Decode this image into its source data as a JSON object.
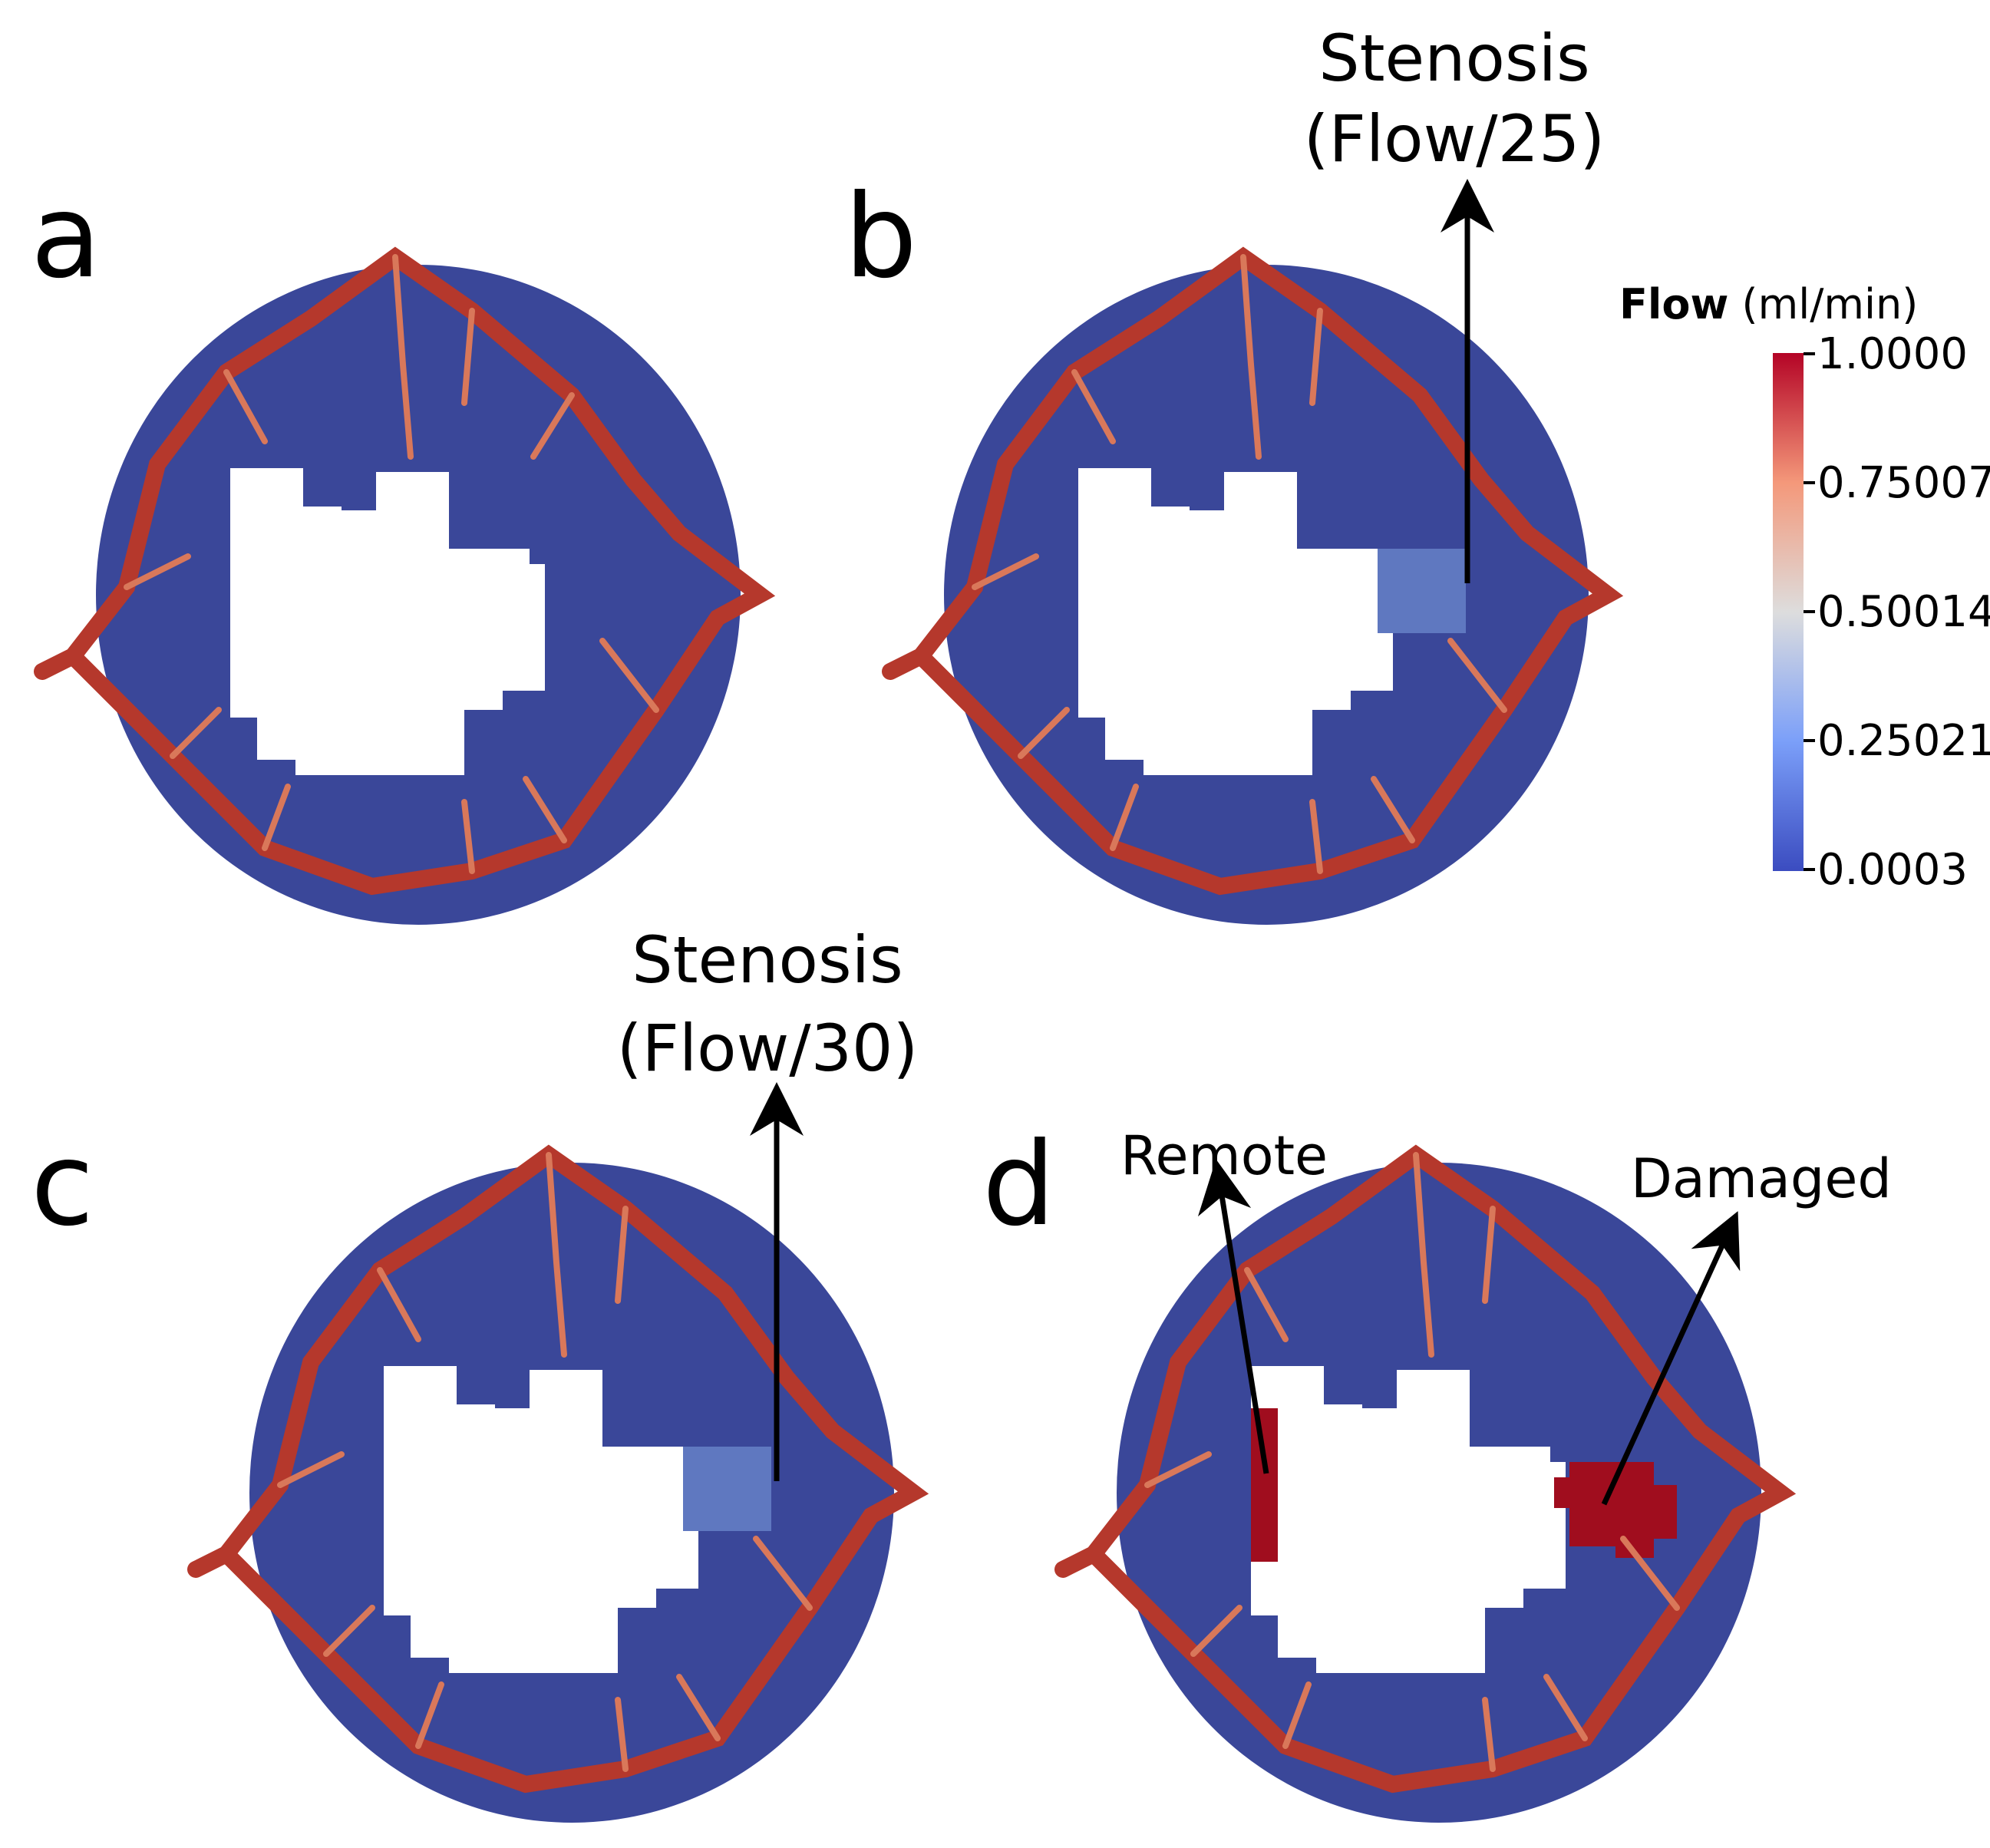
{
  "panels": [
    {
      "letter": "a",
      "stenosis": null
    },
    {
      "letter": "b",
      "stenosis": {
        "line1": "Stenosis",
        "line2": "(Flow/25)"
      }
    },
    {
      "letter": "c",
      "stenosis": {
        "line1": "Stenosis",
        "line2": "(Flow/30)"
      }
    },
    {
      "letter": "d",
      "stenosis": null,
      "regions": [
        "Remote",
        "Damaged"
      ]
    }
  ],
  "colorbar": {
    "title_bold": "Flow",
    "title_unit": " (ml/min)",
    "ticks": [
      "1.0000",
      "0.75007",
      "0.50014",
      "0.25021",
      "0.0003"
    ],
    "colors": [
      "#b40426",
      "#f4987a",
      "#dddddd",
      "#7b9ff9",
      "#3b4cc0"
    ]
  },
  "colors": {
    "tissue": "#3a4799",
    "vessel_main": "#b5382c",
    "vessel_mid": "#d9785a",
    "vessel_small": "#c8c8c8",
    "damaged": "#a00d1e"
  }
}
